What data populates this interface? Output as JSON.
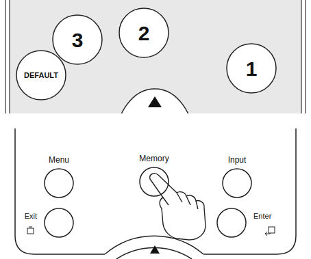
{
  "diagram": {
    "nodes": [
      {
        "text": [
          "3"
        ]
      },
      {
        "text": [
          "2"
        ]
      },
      {
        "text": [
          "DEFAULT"
        ]
      },
      {
        "text": [
          "1"
        ]
      },
      {
        "text": [
          "Menu"
        ]
      },
      {
        "text": [
          "Memory"
        ]
      },
      {
        "text": [
          "Input"
        ]
      },
      {
        "text": [
          "Exit"
        ]
      },
      {
        "text": [
          "Enter"
        ]
      }
    ]
  }
}
